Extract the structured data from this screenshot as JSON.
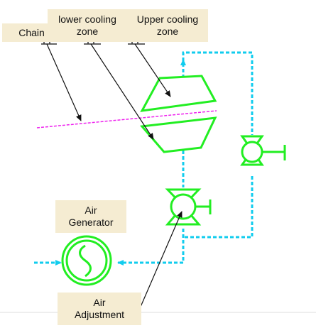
{
  "labels": {
    "chain": "Chain",
    "lower_cooling_zone": "lower cooling\nzone",
    "upper_cooling_zone": "Upper cooling\nzone",
    "air_generator": "Air\nGenerator",
    "air_adjustment": "Air\nAdjustment"
  },
  "colors": {
    "equipment": "#22ee22",
    "air_duct": "#11ccee",
    "chain_line": "#ee22ee",
    "label_background": "#f5ecd2",
    "leader_line": "#111111",
    "ground_line": "#dddddd"
  },
  "icons": {
    "generator": "fan-generator-icon",
    "valve": "butterfly-valve-icon",
    "cooler": "cooling-chamber-icon"
  }
}
